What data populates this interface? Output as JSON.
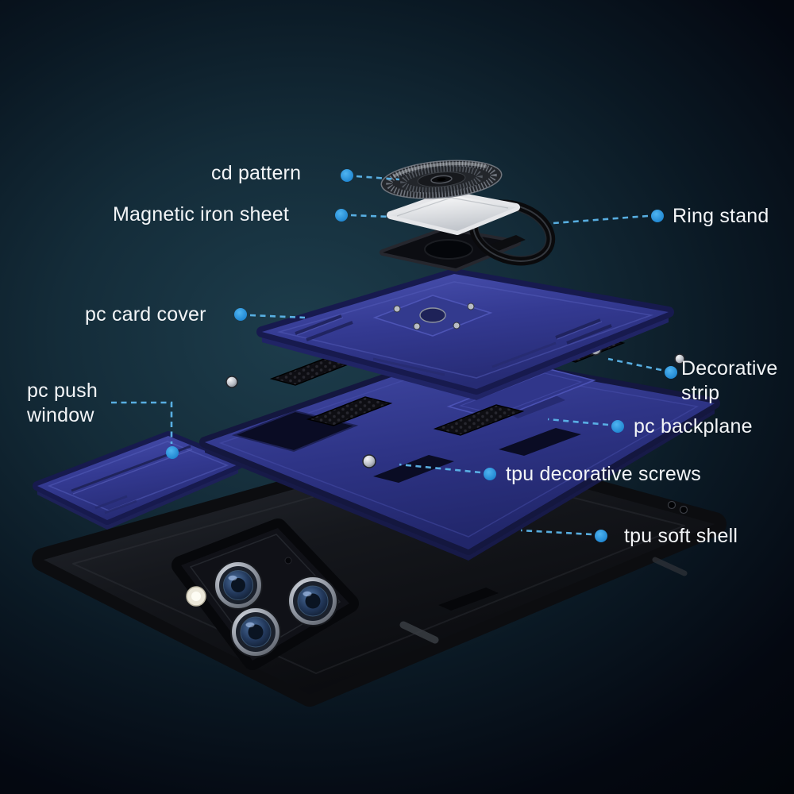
{
  "scene": {
    "description": "Exploded view render of an armored phone case with ring stand and slide camera cover"
  },
  "annotation_labels": {
    "cd_pattern": "cd pattern",
    "magnetic_iron_sheet": "Magnetic iron sheet",
    "ring_stand": "Ring stand",
    "pc_card_cover": "pc card cover",
    "pc_push_window": "pc push window",
    "decorative_strip": "Decorative strip",
    "pc_backplane": "pc backplane",
    "tpu_decorative_screws": "tpu decorative screws",
    "tpu_soft_shell": "tpu soft shell"
  },
  "colors": {
    "label_text": "#f3f5f7",
    "connector_line": "#5cb5ea",
    "connector_dot": "#1e8fdc",
    "case_blue": "#343a92",
    "shell_black": "#111216",
    "magnet_sheet_white": "#e9ebee",
    "background_center": "#1d3d4c",
    "background_edge": "#02050a"
  }
}
